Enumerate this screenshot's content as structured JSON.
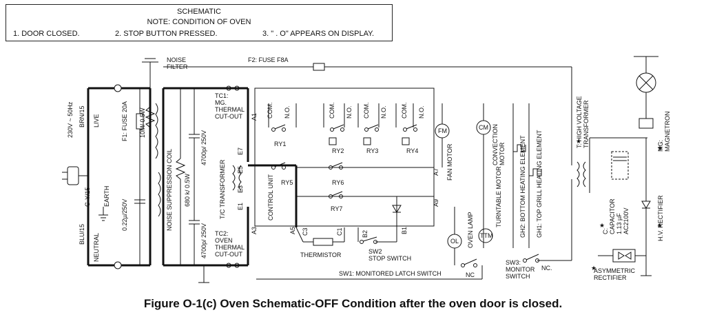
{
  "note": {
    "title": "SCHEMATIC",
    "condition": "NOTE: CONDITION OF OVEN",
    "steps": [
      "1.  DOOR CLOSED.",
      "2. STOP BUTTON PRESSED.",
      "3. \" . O\" APPEARS ON DISPLAY."
    ]
  },
  "labels": {
    "noise_filter": "NOISE\nFILTER",
    "fuse_f2": "F2: FUSE F8A",
    "supply_voltage": "230V ~ 50Hz",
    "brn": "BRN/15",
    "live": "LIVE",
    "gy": "G-Y/15",
    "earth": "EARTH",
    "blu": "BLU/15",
    "neutral": "NEUTRAL",
    "fuse_f1": "F1: FUSE 20A",
    "cap_022": "0.22µ/250V",
    "res_10m": "10M/ 0.5W",
    "coil": "NOISE SUPPRESSION COIL",
    "res_680k": "680 k/ 0.5W",
    "cap_4700_top": "4700p/ 250V",
    "cap_4700_bot": "4700p/ 250V",
    "tc1": "TC1:\nMG.\nTHERMAL\nCUT-OUT",
    "tc2": "TC2:\nOVEN\nTHERMAL\nCUT-OUT",
    "tc_transformer": "T/C TRANSFORMER",
    "control_unit": "CONTROL UNIT",
    "com": "COM.",
    "no": "N.O.",
    "ry1": "RY1",
    "ry2": "RY2",
    "ry3": "RY3",
    "ry4": "RY4",
    "ry5": "RY5",
    "ry6": "RY6",
    "ry7": "RY7",
    "fm": "FM",
    "fan_motor": "FAN MOTOR",
    "cm": "CM",
    "convection_motor": "CONVECTION\nMOTOR",
    "gh2": "GH2: BOTTOM HEATING ELEMENT",
    "gh1": "GH1: TOP GRILL HEATING ELEMENT",
    "turntable_motor": "TURNTABLE MOTOR",
    "ol": "OL",
    "oven_lamp": "OVEN LAMP",
    "ttm": "TTM",
    "thermistor": "THERMISTOR",
    "sw2": "SW2\nSTOP SWITCH",
    "sw1": "SW1: MONITORED LATCH SWITCH",
    "sw3": "SW3:\nMONITOR\nSWITCH",
    "nc1": "NC",
    "nc2": "NC.",
    "hv_transformer": "T: HIGH VOLTAGE\nTRANSFORMER",
    "magnetron": "MG:\nMAGNETRON",
    "capacitor": "C:\nCAPACITOR\n1.13 µF\nAC2100V",
    "hv_rectifier": "H.V. RECTIFIER",
    "asym": "ASYMMETRIC\nRECTIFIER",
    "e1": "E1",
    "e3": "E3",
    "e5": "E5",
    "e7": "E7",
    "a1": "A1",
    "a3": "A3",
    "a5": "A5",
    "a7": "A7",
    "a9": "A9",
    "b1": "B1",
    "b2": "B2",
    "c1": "C1",
    "c3": "C3",
    "star": "★"
  },
  "caption": "Figure O-1(c) Oven Schematic-OFF Condition after the oven door is closed."
}
